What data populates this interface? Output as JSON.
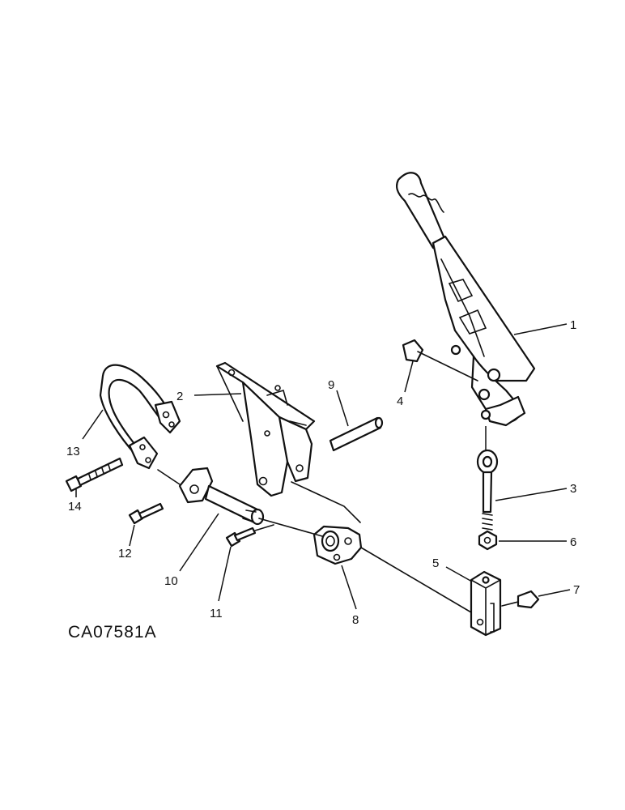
{
  "drawing_code": "CA07581A",
  "callouts": [
    "1",
    "2",
    "3",
    "4",
    "5",
    "6",
    "7",
    "8",
    "9",
    "10",
    "11",
    "12",
    "13",
    "14"
  ]
}
